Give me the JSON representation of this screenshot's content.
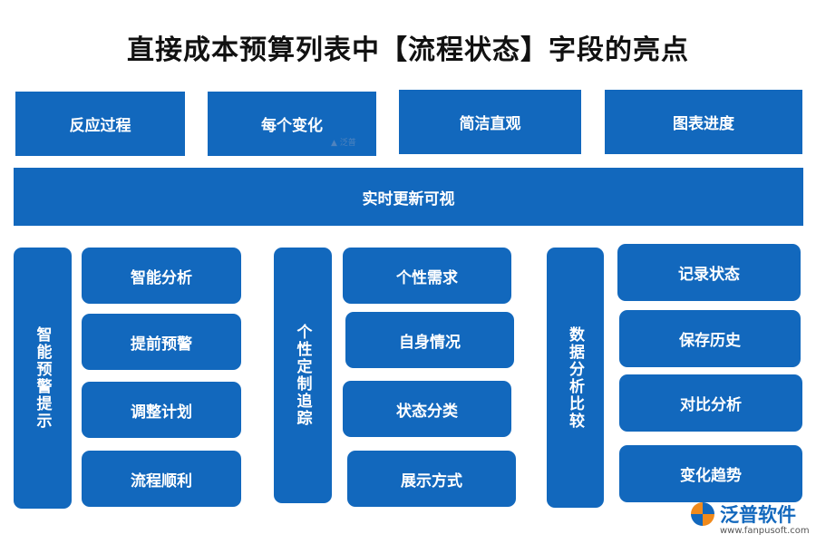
{
  "title": "直接成本预算列表中【流程状态】字段的亮点",
  "top_row": [
    "反应过程",
    "每个变化",
    "简洁直观",
    "图表进度"
  ],
  "banner": "实时更新可视",
  "groups": [
    {
      "header": "智能预警提示",
      "items": [
        "智能分析",
        "提前预警",
        "调整计划",
        "流程顺利"
      ]
    },
    {
      "header": "个性定制追踪",
      "items": [
        "个性需求",
        "自身情况",
        "状态分类",
        "展示方式"
      ]
    },
    {
      "header": "数据分析比较",
      "items": [
        "记录状态",
        "保存历史",
        "对比分析",
        "变化趋势"
      ]
    }
  ],
  "logo": {
    "name": "泛普软件",
    "url": "www.fanpusoft.com"
  },
  "colors": {
    "box": "#1268bd",
    "title": "#111111"
  }
}
